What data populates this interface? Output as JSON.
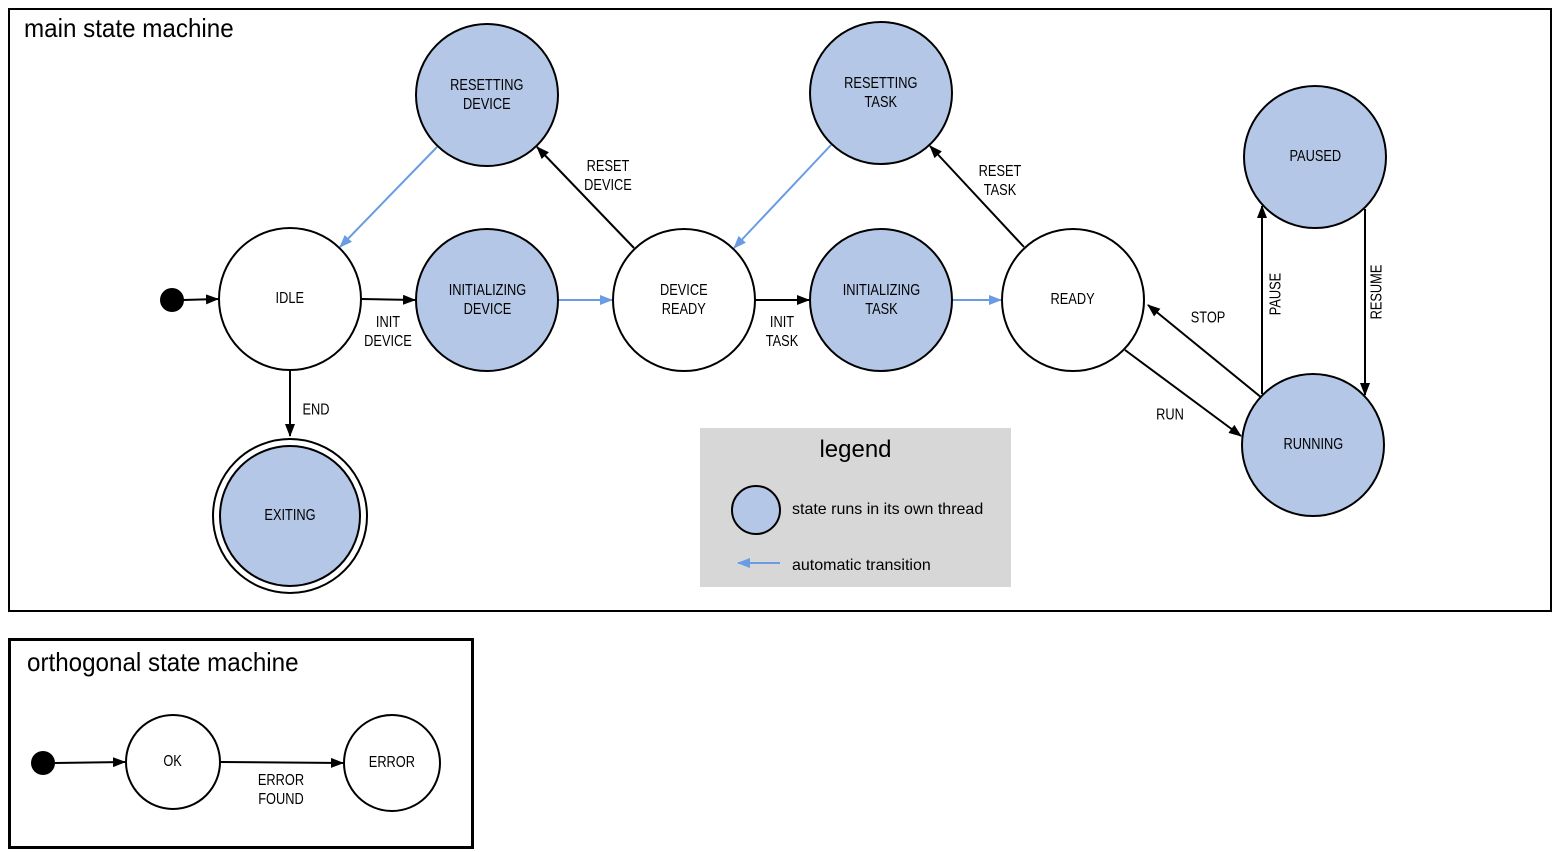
{
  "colors": {
    "threaded_state_fill": "#b4c7e7",
    "state_border": "#000000",
    "transition_black": "#000000",
    "auto_transition_blue": "#699ce3",
    "legend_background": "#d7d7d7"
  },
  "main_machine": {
    "title": "main state machine",
    "states": {
      "idle": "IDLE",
      "resetting_device": "RESETTING\nDEVICE",
      "initializing_device": "INITIALIZING\nDEVICE",
      "device_ready": "DEVICE\nREADY",
      "resetting_task": "RESETTING\nTASK",
      "initializing_task": "INITIALIZING\nTASK",
      "ready": "READY",
      "paused": "PAUSED",
      "running": "RUNNING",
      "exiting": "EXITING"
    },
    "transitions": {
      "init_device": "INIT\nDEVICE",
      "reset_device": "RESET\nDEVICE",
      "init_task": "INIT\nTASK",
      "reset_task": "RESET\nTASK",
      "end": "END",
      "run": "RUN",
      "stop": "STOP",
      "pause": "PAUSE",
      "resume": "RESUME"
    }
  },
  "legend": {
    "title": "legend",
    "threaded_label": "state runs in its own thread",
    "auto_label": "automatic transition"
  },
  "orthogonal_machine": {
    "title": "orthogonal state machine",
    "states": {
      "ok": "OK",
      "error": "ERROR"
    },
    "transitions": {
      "error_found": "ERROR\nFOUND"
    }
  }
}
